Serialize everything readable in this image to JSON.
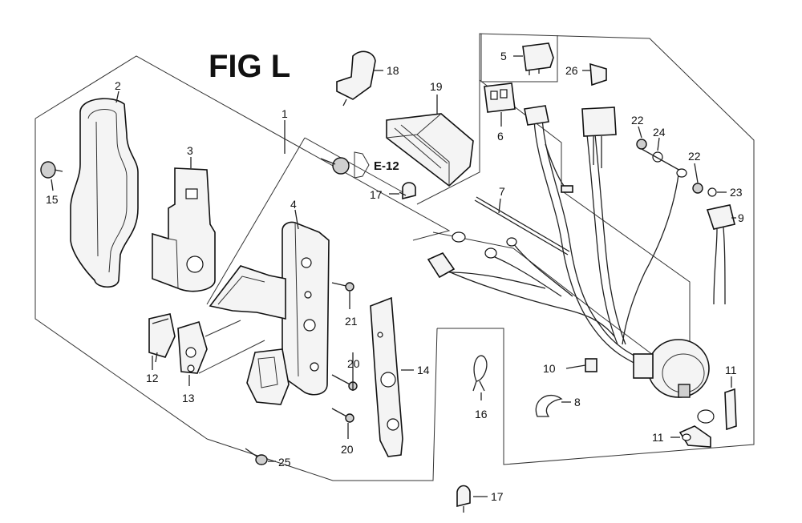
{
  "figure": {
    "title": "FIG L",
    "ref": "E-12",
    "labels": {
      "p1": "1",
      "p2": "2",
      "p3": "3",
      "p4": "4",
      "p5": "5",
      "p6": "6",
      "p7": "7",
      "p8": "8",
      "p9": "9",
      "p10": "10",
      "p11a": "11",
      "p11b": "11",
      "p12": "12",
      "p13": "13",
      "p14": "14",
      "p15": "15",
      "p16": "16",
      "p17a": "17",
      "p17b": "17",
      "p18": "18",
      "p19": "19",
      "p20a": "20",
      "p20b": "20",
      "p21": "21",
      "p22a": "22",
      "p22b": "22",
      "p23": "23",
      "p24": "24",
      "p25": "25",
      "p26": "26"
    }
  }
}
